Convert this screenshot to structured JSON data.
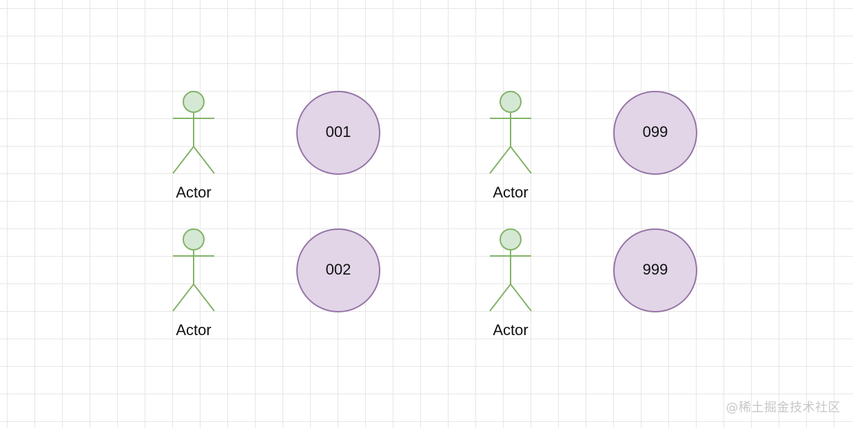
{
  "diagram": {
    "actors": [
      {
        "label": "Actor"
      },
      {
        "label": "Actor"
      },
      {
        "label": "Actor"
      },
      {
        "label": "Actor"
      }
    ],
    "circles": [
      {
        "label": "001"
      },
      {
        "label": "002"
      },
      {
        "label": "099"
      },
      {
        "label": "999"
      }
    ]
  },
  "watermark": "@稀土掘金技术社区",
  "colors": {
    "actor_stroke": "#82b366",
    "actor_fill": "#d5e8d4",
    "circle_stroke": "#9673a6",
    "circle_fill": "#e1d5e7",
    "grid": "#e6e6e6"
  }
}
